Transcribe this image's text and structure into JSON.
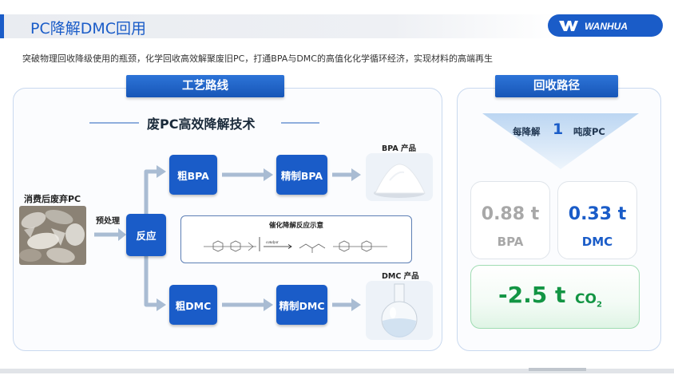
{
  "header": {
    "title": "PC降解DMC回用",
    "logo_text": "WANHUA"
  },
  "subtitle": "突破物理回收降级使用的瓶颈，化学回收高效解聚废旧PC，打通BPA与DMC的高值化化学循环经济，实现材料的高端再生",
  "process": {
    "section_tag": "工艺路线",
    "title": "废PC高效降解技术",
    "source_label": "消费后废弃PC",
    "pretreat_label": "预处理",
    "reaction": "反应",
    "crude_bpa": "粗BPA",
    "refined_bpa": "精制BPA",
    "crude_dmc": "粗DMC",
    "refined_dmc": "精制DMC",
    "bpa_product": "BPA 产品",
    "dmc_product": "DMC 产品",
    "reaction_scheme_title": "催化降解反应示意",
    "catalyst_label": "catalyst"
  },
  "recovery": {
    "section_tag": "回收路径",
    "banner_prefix": "每降解",
    "banner_number": "1",
    "banner_suffix": "吨废PC",
    "bpa_value": "0.88 t",
    "bpa_label": "BPA",
    "dmc_value": "0.33 t",
    "dmc_label": "DMC",
    "co2_value": "-2.5 t",
    "co2_unit": "CO",
    "co2_sub": "2"
  },
  "colors": {
    "brand_blue": "#1a5cc8",
    "bpa_grey": "#a8a8a8",
    "dmc_blue": "#1a5cc8",
    "co2_green": "#139544"
  }
}
